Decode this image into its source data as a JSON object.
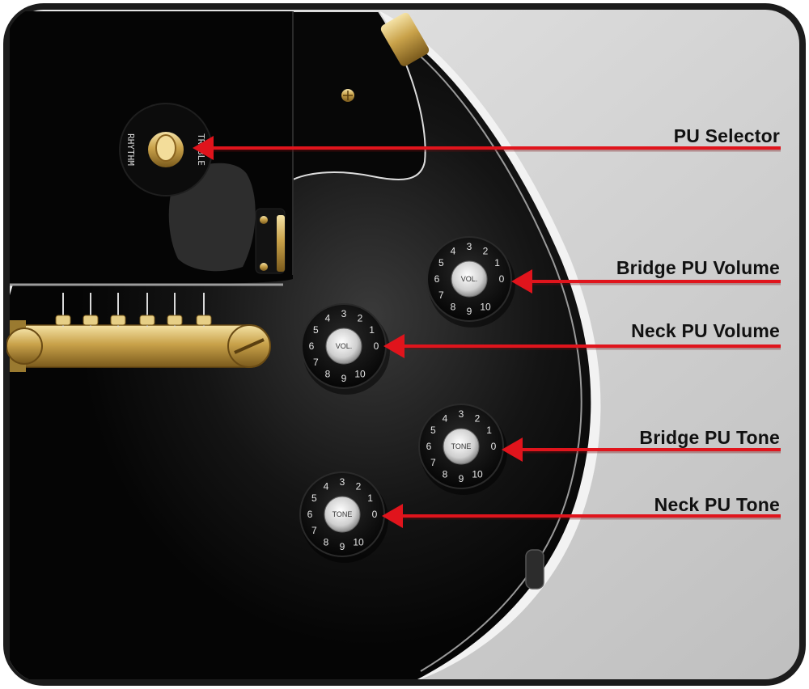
{
  "colors": {
    "frame": "#1c1c1c",
    "background": "#d4d4d4",
    "body": "#0a0a0a",
    "arrow": "#e0141c",
    "gold": "#c9a24a"
  },
  "labels": {
    "pu_selector": "PU Selector",
    "bridge_pu_volume": "Bridge PU Volume",
    "neck_pu_volume": "Neck PU Volume",
    "bridge_pu_tone": "Bridge PU Tone",
    "neck_pu_tone": "Neck PU Tone"
  },
  "switch_ring": {
    "left": "RHYTHM",
    "right": "TREBLE"
  },
  "knob_scale": [
    "1",
    "2",
    "3",
    "4",
    "5",
    "6",
    "7",
    "8",
    "9",
    "10"
  ],
  "knob_zero": "0",
  "knobs": [
    {
      "id": "bridge-volume",
      "cap": "VOL."
    },
    {
      "id": "neck-volume",
      "cap": "VOL."
    },
    {
      "id": "bridge-tone",
      "cap": "TONE"
    },
    {
      "id": "neck-tone",
      "cap": "TONE"
    }
  ],
  "icons": [
    "toggle-switch-icon",
    "knob-icon",
    "arrow-icon",
    "bridge-icon"
  ]
}
